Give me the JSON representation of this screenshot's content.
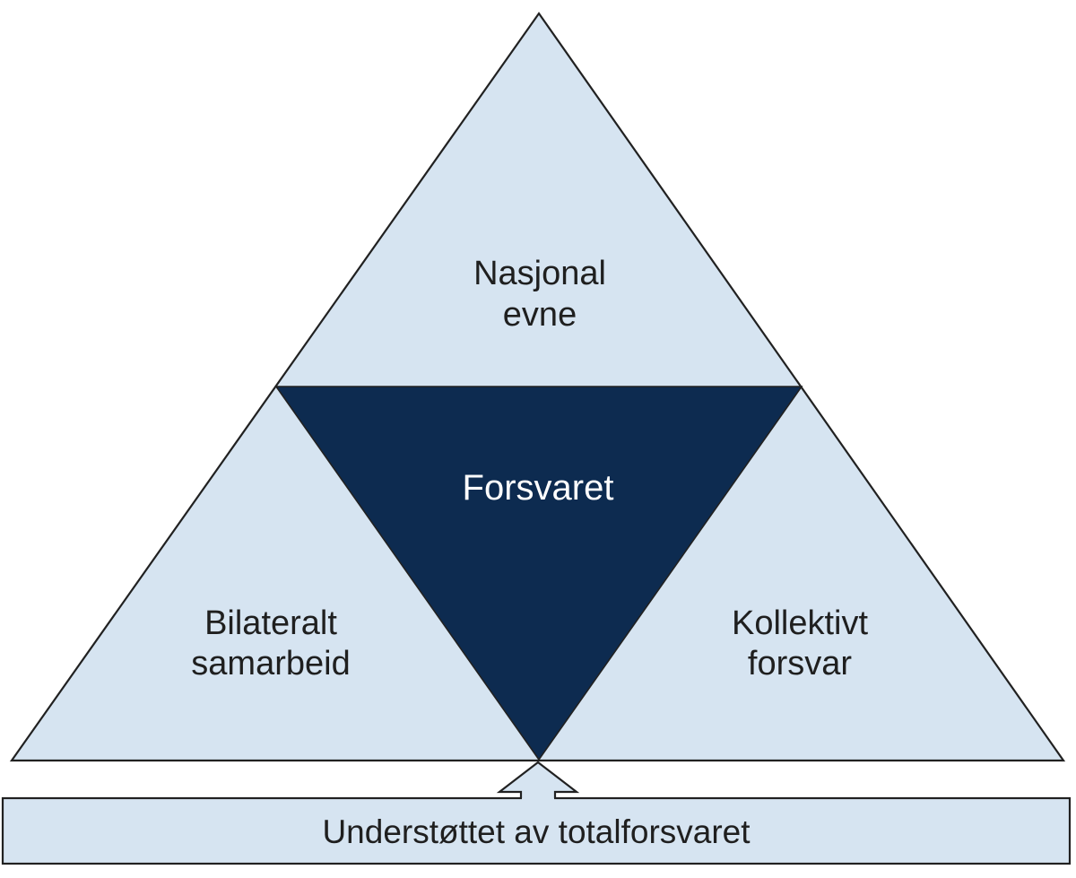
{
  "diagram": {
    "type": "pyramid-diagram",
    "top_section": {
      "line1": "Nasjonal",
      "line2": "evne"
    },
    "center_section": {
      "label": "Forsvaret"
    },
    "left_section": {
      "line1": "Bilateralt",
      "line2": "samarbeid"
    },
    "right_section": {
      "line1": "Kollektivt",
      "line2": "forsvar"
    },
    "base_bar": {
      "label": "Understøttet av totalforsvaret"
    }
  },
  "colors": {
    "light_blue": "#D6E4F1",
    "navy": "#0D2B50",
    "outline": "#212121",
    "text_dark": "#1F1F1F",
    "text_light": "#FFFFFF",
    "background": "#FFFFFF"
  }
}
